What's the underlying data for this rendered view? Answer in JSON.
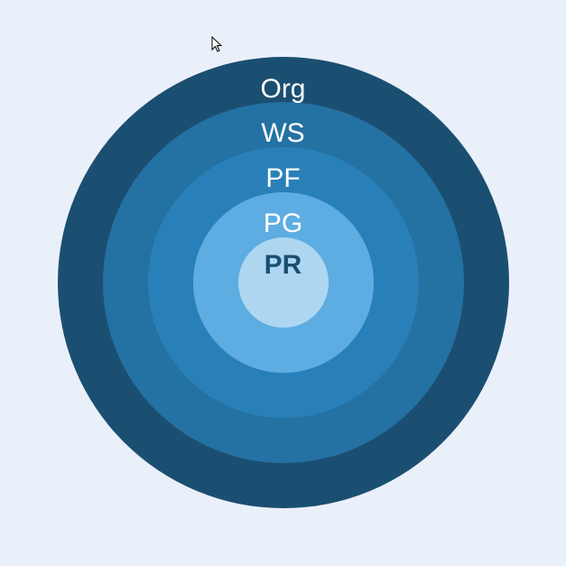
{
  "diagram": {
    "type": "concentric-circles",
    "layers": [
      {
        "label": "Org",
        "color": "#1b4f72"
      },
      {
        "label": "WS",
        "color": "#2471a3"
      },
      {
        "label": "PF",
        "color": "#2980b9"
      },
      {
        "label": "PG",
        "color": "#5dade2"
      },
      {
        "label": "PR",
        "color": "#aed6f1"
      }
    ]
  }
}
